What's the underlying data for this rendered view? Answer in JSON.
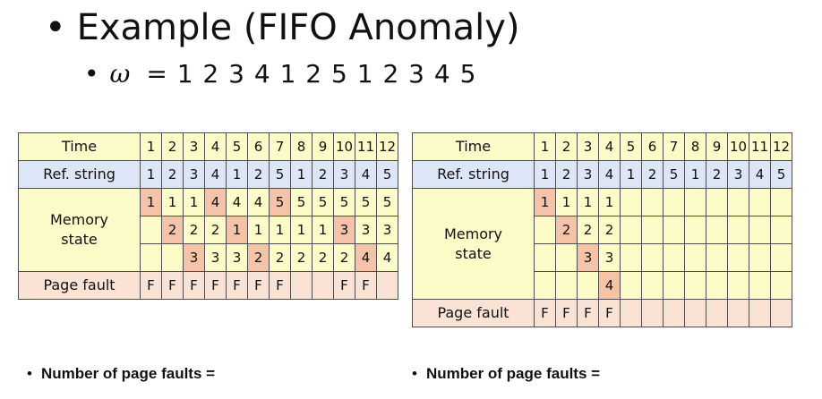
{
  "title": {
    "bullet": "•",
    "text": "Example (FIFO Anomaly)"
  },
  "subtitle": {
    "bullet": "•",
    "symbol": "ω",
    "text": "= 1 2 3 4 1 2 5 1 2 3 4 5"
  },
  "labels": {
    "time": "Time",
    "ref_string": "Ref. string",
    "memory_state_line1": "Memory",
    "memory_state_line2": "state",
    "page_fault": "Page fault"
  },
  "time_values": [
    "1",
    "2",
    "3",
    "4",
    "5",
    "6",
    "7",
    "8",
    "9",
    "10",
    "11",
    "12"
  ],
  "ref_string": [
    "1",
    "2",
    "3",
    "4",
    "1",
    "2",
    "5",
    "1",
    "2",
    "3",
    "4",
    "5"
  ],
  "left_table": {
    "frames": 3,
    "memory": [
      [
        "1",
        "1",
        "1",
        "4",
        "4",
        "4",
        "5",
        "5",
        "5",
        "5",
        "5",
        "5"
      ],
      [
        "",
        "2",
        "2",
        "2",
        "1",
        "1",
        "1",
        "1",
        "1",
        "3",
        "3",
        "3"
      ],
      [
        "",
        "",
        "3",
        "3",
        "3",
        "2",
        "2",
        "2",
        "2",
        "2",
        "4",
        "4"
      ]
    ],
    "highlight": [
      [
        true,
        false,
        false,
        true,
        false,
        false,
        true,
        false,
        false,
        false,
        false,
        false
      ],
      [
        false,
        true,
        false,
        false,
        true,
        false,
        false,
        false,
        false,
        true,
        false,
        false
      ],
      [
        false,
        false,
        true,
        false,
        false,
        true,
        false,
        false,
        false,
        false,
        true,
        false
      ]
    ],
    "page_faults": [
      "F",
      "F",
      "F",
      "F",
      "F",
      "F",
      "F",
      "",
      "",
      "F",
      "F",
      ""
    ]
  },
  "right_table": {
    "frames": 4,
    "memory": [
      [
        "1",
        "1",
        "1",
        "1",
        "",
        "",
        "",
        "",
        "",
        "",
        "",
        ""
      ],
      [
        "",
        "2",
        "2",
        "2",
        "",
        "",
        "",
        "",
        "",
        "",
        "",
        ""
      ],
      [
        "",
        "",
        "3",
        "3",
        "",
        "",
        "",
        "",
        "",
        "",
        "",
        ""
      ],
      [
        "",
        "",
        "",
        "4",
        "",
        "",
        "",
        "",
        "",
        "",
        "",
        ""
      ]
    ],
    "highlight": [
      [
        true,
        false,
        false,
        false,
        false,
        false,
        false,
        false,
        false,
        false,
        false,
        false
      ],
      [
        false,
        true,
        false,
        false,
        false,
        false,
        false,
        false,
        false,
        false,
        false,
        false
      ],
      [
        false,
        false,
        true,
        false,
        false,
        false,
        false,
        false,
        false,
        false,
        false,
        false
      ],
      [
        false,
        false,
        false,
        true,
        false,
        false,
        false,
        false,
        false,
        false,
        false,
        false
      ]
    ],
    "page_faults": [
      "F",
      "F",
      "F",
      "F",
      "",
      "",
      "",
      "",
      "",
      "",
      "",
      ""
    ]
  },
  "footer": {
    "bullet": "•",
    "left_text": "Number of page faults =",
    "right_text": "Number of page faults ="
  },
  "colors": {
    "time_row": "#fdfbc8",
    "ref_row": "#dde6f6",
    "memory_rows": "#fdfbc8",
    "fault_row": "#fae3d5",
    "highlight": "#f5c4a8",
    "border": "#4d4d4d"
  }
}
